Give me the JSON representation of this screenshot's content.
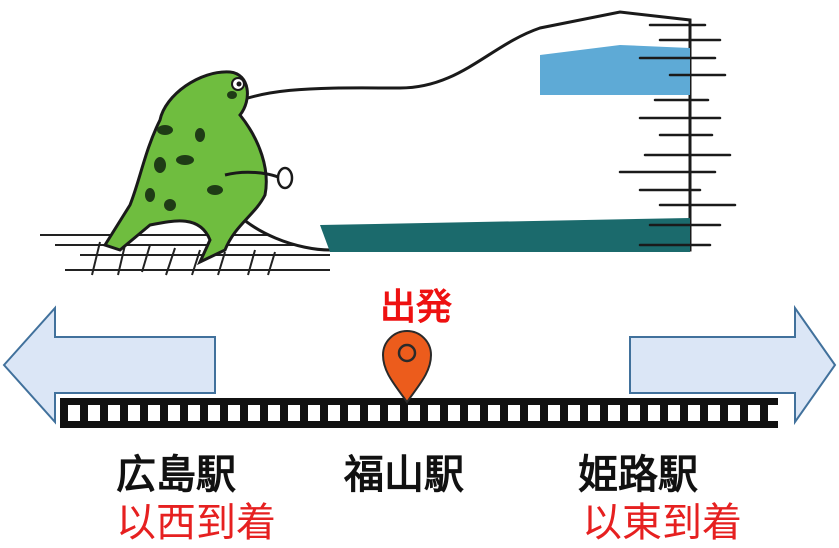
{
  "colors": {
    "frog_green": "#6fbd3f",
    "frog_spot": "#1f3b16",
    "train_window": "#5eaad6",
    "train_skirt": "#1b6a6c",
    "arrow_fill": "#dbe6f6",
    "arrow_stroke": "#41719c",
    "pin": "#ec5c1c",
    "accent_red": "#e62020"
  },
  "departure": {
    "label": "出発",
    "icon": "map-pin-icon"
  },
  "stations": {
    "west": "広島駅",
    "origin": "福山駅",
    "east": "姫路駅"
  },
  "notes": {
    "west": "以西到着",
    "east": "以東到着"
  },
  "illustration": {
    "subject": "frog-pushing-train-illustration",
    "arrows": [
      "arrow-left-icon",
      "arrow-right-icon"
    ]
  }
}
